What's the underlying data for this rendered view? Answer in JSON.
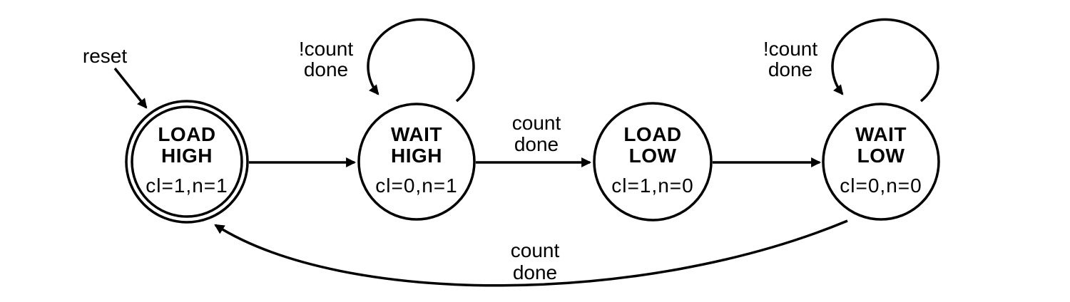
{
  "figure": {
    "type": "state-machine-diagram",
    "ink": "#000000",
    "background": "#ffffff",
    "reset_label": "reset",
    "states": [
      {
        "id": "load-high",
        "name": [
          "LOAD",
          "HIGH"
        ],
        "output": "cl=1,n=1",
        "initial": true
      },
      {
        "id": "wait-high",
        "name": [
          "WAIT",
          "HIGH"
        ],
        "output": "cl=0,n=1",
        "initial": false
      },
      {
        "id": "load-low",
        "name": [
          "LOAD",
          "LOW"
        ],
        "output": "cl=1,n=0",
        "initial": false
      },
      {
        "id": "wait-low",
        "name": [
          "WAIT",
          "LOW"
        ],
        "output": "cl=0,n=0",
        "initial": false
      }
    ],
    "transitions": [
      {
        "from": "LOAD HIGH",
        "to": "WAIT HIGH",
        "label": []
      },
      {
        "from": "WAIT HIGH",
        "to": "WAIT HIGH",
        "label": [
          "!count",
          "done"
        ]
      },
      {
        "from": "WAIT HIGH",
        "to": "LOAD LOW",
        "label": [
          "count",
          "done"
        ]
      },
      {
        "from": "LOAD LOW",
        "to": "WAIT LOW",
        "label": []
      },
      {
        "from": "WAIT LOW",
        "to": "WAIT LOW",
        "label": [
          "!count",
          "done"
        ]
      },
      {
        "from": "WAIT LOW",
        "to": "LOAD HIGH",
        "label": [
          "count",
          "done"
        ]
      }
    ]
  }
}
